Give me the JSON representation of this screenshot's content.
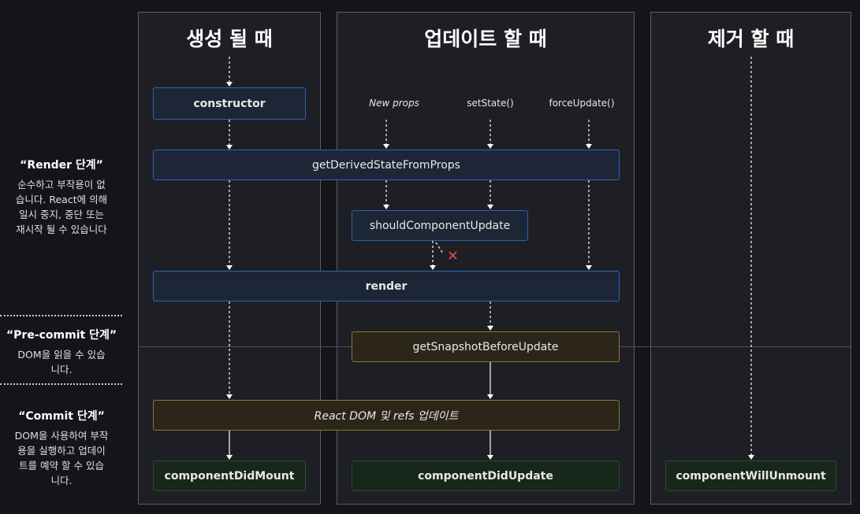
{
  "columns": {
    "mount": "생성 될 때",
    "update": "업데이트 할 때",
    "unmount": "제거 할 때"
  },
  "phases": {
    "render": {
      "title": "“Render 단계”",
      "desc": [
        "순수하고 부작용이 없",
        "습니다. React에 의해",
        "일시 중지, 중단 또는",
        "재시작 될 수 있습니다"
      ]
    },
    "precommit": {
      "title": "“Pre-commit 단계”",
      "desc": [
        "DOM을 읽을 수 있습",
        "니다."
      ]
    },
    "commit": {
      "title": "“Commit 단계”",
      "desc": [
        "DOM을 사용하여 부작",
        "용을 실행하고 업데이",
        "트를 예약 할 수 있습",
        "니다."
      ]
    }
  },
  "triggers": {
    "new_props": "New props",
    "set_state": "setState()",
    "force_update": "forceUpdate()"
  },
  "methods": {
    "constructor": "constructor",
    "get_derived": "getDerivedStateFromProps",
    "should_update": "shouldComponentUpdate",
    "render": "render",
    "snapshot": "getSnapshotBeforeUpdate",
    "react_dom": "React DOM 및 refs 업데이트",
    "did_mount": "componentDidMount",
    "did_update": "componentDidUpdate",
    "will_unmount": "componentWillUnmount"
  },
  "colors": {
    "render_box": "#1c2636",
    "commit_box": "#2b2619",
    "lifecycle_box": "#18271c",
    "cancel_mark": "#e04b4b"
  }
}
